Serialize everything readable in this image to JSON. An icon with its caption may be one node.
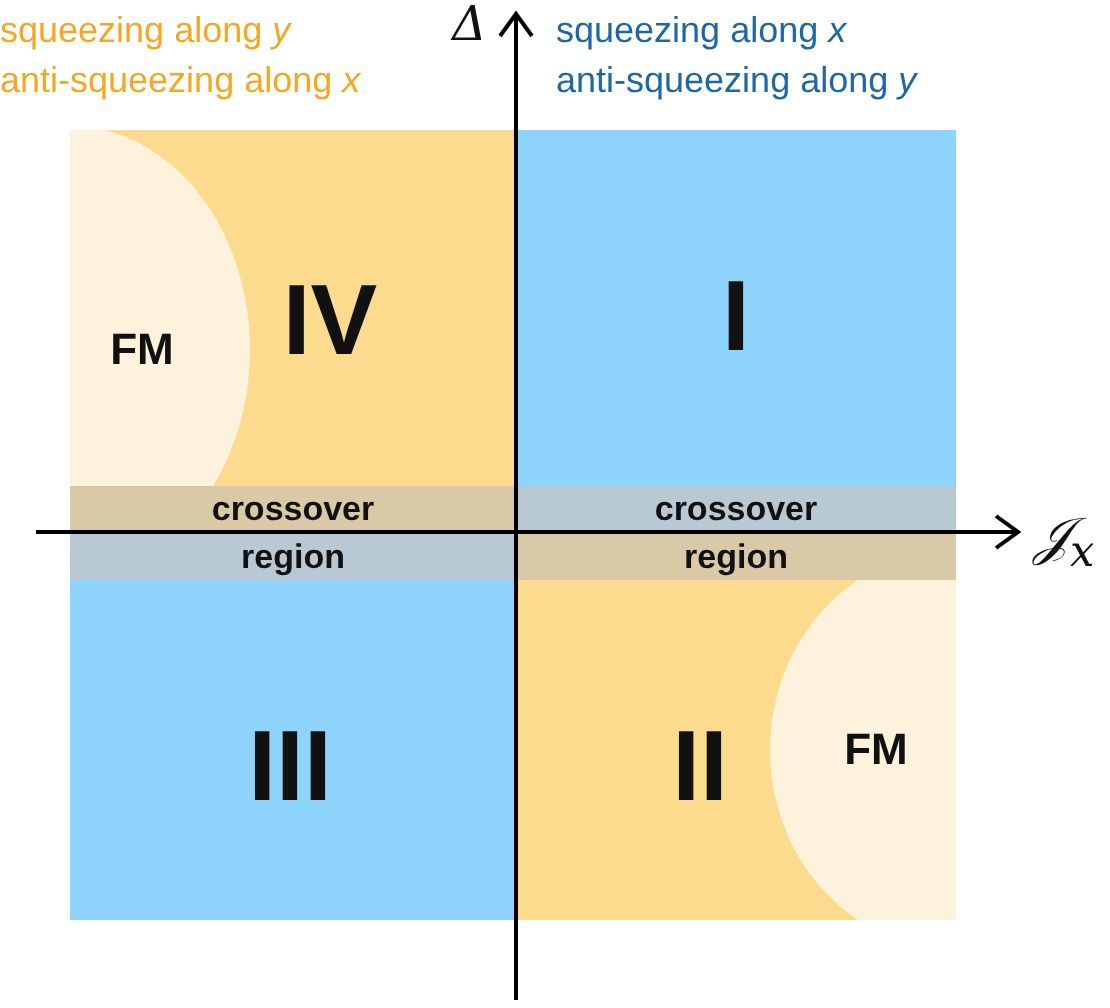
{
  "diagram": {
    "nodes": [
      {
        "text": [
          "IV"
        ]
      },
      {
        "text": [
          "FM"
        ],
        "in": 0
      },
      {
        "text": [
          "I"
        ]
      },
      {
        "text": [
          "crossover region"
        ]
      },
      {
        "text": [
          "crossover region"
        ]
      },
      {
        "text": [
          "III"
        ]
      },
      {
        "text": [
          "II"
        ]
      },
      {
        "text": [
          "FM"
        ],
        "in": 6
      }
    ],
    "edges": [],
    "labels": [
      "squeezing along *y*",
      "anti-squeezing along *x*",
      "Δ",
      "squeezing along *x*",
      "anti-squeezing along *y*",
      "𝒥$_{x}$"
    ]
  }
}
